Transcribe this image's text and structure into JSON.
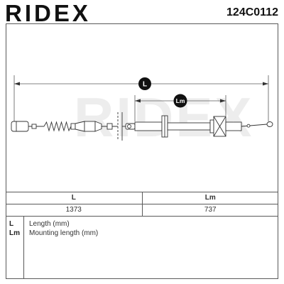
{
  "header": {
    "brand_logo": "RIDEX",
    "part_number": "124C0112"
  },
  "drawing": {
    "watermark": "RIDEX",
    "dimension_L_label": "L",
    "dimension_Lm_label": "Lm"
  },
  "table": {
    "columns": [
      "L",
      "Lm"
    ],
    "values": [
      1373,
      737
    ]
  },
  "legend": [
    {
      "symbol": "L",
      "description": "Length (mm)"
    },
    {
      "symbol": "Lm",
      "description": "Mounting length (mm)"
    }
  ]
}
